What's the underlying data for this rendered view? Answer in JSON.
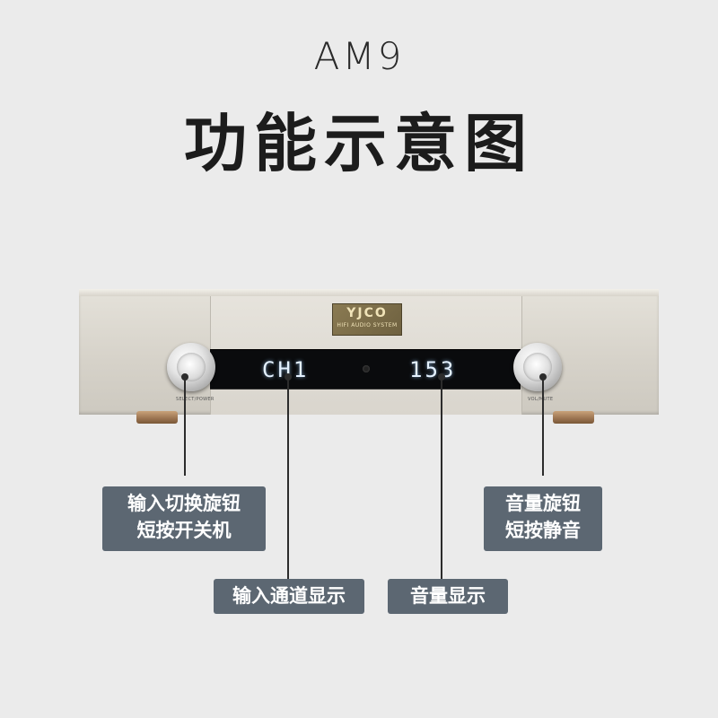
{
  "header": {
    "model": "AM9",
    "title": "功能示意图"
  },
  "device": {
    "brand": "YJCO",
    "brand_sub": "HIFI AUDIO SYSTEM",
    "display_channel": "CH1",
    "display_volume": "153",
    "left_knob_label": "SELECT/POWER",
    "right_knob_label": "VOL/MUTE"
  },
  "callouts": {
    "input_knob": [
      "输入切换旋钮",
      "短按开关机"
    ],
    "volume_knob": [
      "音量旋钮",
      "短按静音"
    ],
    "channel_display": "输入通道显示",
    "volume_display": "音量显示"
  },
  "colors": {
    "background": "#ebebeb",
    "callout_bg": "#5c6772",
    "display_bg": "#0a0b0d"
  }
}
